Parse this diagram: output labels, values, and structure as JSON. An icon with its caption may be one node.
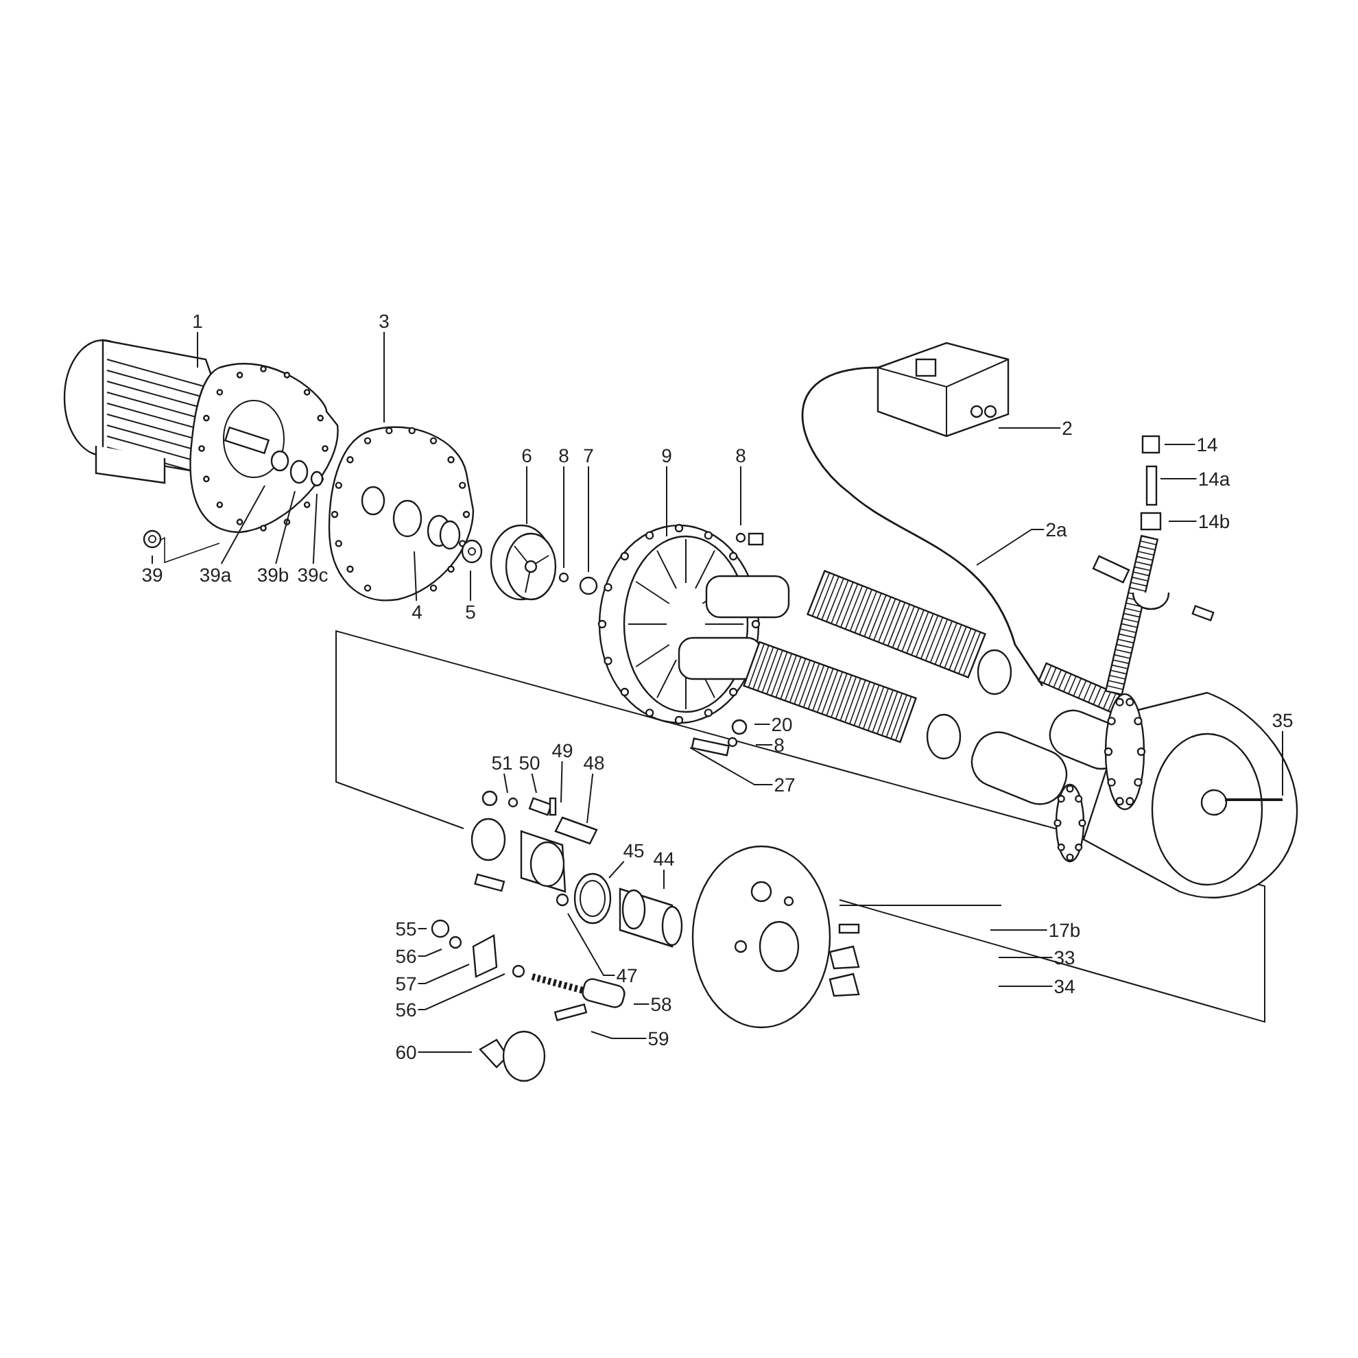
{
  "diagram": {
    "nodes": [
      {
        "text": [
          "1"
        ]
      },
      {
        "text": [
          "3"
        ]
      },
      {
        "text": [
          "2"
        ]
      },
      {
        "text": [
          "14"
        ]
      },
      {
        "text": [
          "14a"
        ]
      },
      {
        "text": [
          "14b"
        ]
      },
      {
        "text": [
          "6"
        ]
      },
      {
        "text": [
          "8"
        ]
      },
      {
        "text": [
          "7"
        ]
      },
      {
        "text": [
          "9"
        ]
      },
      {
        "text": [
          "8"
        ]
      },
      {
        "text": [
          "2a"
        ]
      },
      {
        "text": [
          "39"
        ]
      },
      {
        "text": [
          "39a"
        ]
      },
      {
        "text": [
          "39b"
        ]
      },
      {
        "text": [
          "39c"
        ]
      },
      {
        "text": [
          "4"
        ]
      },
      {
        "text": [
          "5"
        ]
      },
      {
        "text": [
          "20"
        ]
      },
      {
        "text": [
          "8"
        ]
      },
      {
        "text": [
          "35"
        ]
      },
      {
        "text": [
          "27"
        ]
      },
      {
        "text": [
          "51"
        ]
      },
      {
        "text": [
          "50"
        ]
      },
      {
        "text": [
          "49"
        ]
      },
      {
        "text": [
          "48"
        ]
      },
      {
        "text": [
          "45"
        ]
      },
      {
        "text": [
          "44"
        ]
      },
      {
        "text": [
          "17b"
        ]
      },
      {
        "text": [
          "55"
        ]
      },
      {
        "text": [
          "33"
        ]
      },
      {
        "text": [
          "56"
        ]
      },
      {
        "text": [
          "47"
        ]
      },
      {
        "text": [
          "57"
        ]
      },
      {
        "text": [
          "34"
        ]
      },
      {
        "text": [
          "58"
        ]
      },
      {
        "text": [
          "56"
        ]
      },
      {
        "text": [
          "59"
        ]
      },
      {
        "text": [
          "60"
        ]
      }
    ],
    "edges": [
      {
        "from": 0,
        "to": null,
        "arrow": "none"
      },
      {
        "from": 1,
        "to": null,
        "arrow": "none"
      },
      {
        "from": 2,
        "to": null,
        "arrow": "none"
      },
      {
        "from": 3,
        "to": null,
        "arrow": "none"
      },
      {
        "from": 4,
        "to": null,
        "arrow": "none"
      },
      {
        "from": 5,
        "to": null,
        "arrow": "none"
      },
      {
        "from": 6,
        "to": null,
        "arrow": "none"
      },
      {
        "from": 7,
        "to": null,
        "arrow": "none"
      },
      {
        "from": 8,
        "to": null,
        "arrow": "none"
      },
      {
        "from": 9,
        "to": null,
        "arrow": "none"
      },
      {
        "from": 10,
        "to": null,
        "arrow": "none"
      },
      {
        "from": 11,
        "to": null,
        "arrow": "none"
      },
      {
        "from": 12,
        "to": null,
        "arrow": "none"
      },
      {
        "from": 13,
        "to": null,
        "arrow": "none"
      },
      {
        "from": 14,
        "to": null,
        "arrow": "none"
      },
      {
        "from": 15,
        "to": null,
        "arrow": "none"
      },
      {
        "from": 16,
        "to": null,
        "arrow": "none"
      },
      {
        "from": 17,
        "to": null,
        "arrow": "none"
      },
      {
        "from": 18,
        "to": null,
        "arrow": "none"
      },
      {
        "from": 19,
        "to": null,
        "arrow": "none"
      },
      {
        "from": 20,
        "to": null,
        "arrow": "none"
      },
      {
        "from": 21,
        "to": null,
        "arrow": "none"
      },
      {
        "from": 22,
        "to": null,
        "arrow": "none"
      },
      {
        "from": 23,
        "to": null,
        "arrow": "none"
      },
      {
        "from": 24,
        "to": null,
        "arrow": "none"
      },
      {
        "from": 25,
        "to": null,
        "arrow": "none"
      },
      {
        "from": 26,
        "to": null,
        "arrow": "none"
      },
      {
        "from": 27,
        "to": null,
        "arrow": "none"
      },
      {
        "from": 28,
        "to": null,
        "arrow": "none"
      },
      {
        "from": 29,
        "to": null,
        "arrow": "none"
      },
      {
        "from": 30,
        "to": null,
        "arrow": "none"
      },
      {
        "from": 31,
        "to": null,
        "arrow": "none"
      },
      {
        "from": 32,
        "to": null,
        "arrow": "none"
      },
      {
        "from": 33,
        "to": null,
        "arrow": "none"
      },
      {
        "from": 34,
        "to": null,
        "arrow": "none"
      },
      {
        "from": 35,
        "to": null,
        "arrow": "none"
      },
      {
        "from": 36,
        "to": null,
        "arrow": "none"
      },
      {
        "from": 37,
        "to": null,
        "arrow": "none"
      },
      {
        "from": 38,
        "to": null,
        "arrow": "none"
      }
    ]
  }
}
